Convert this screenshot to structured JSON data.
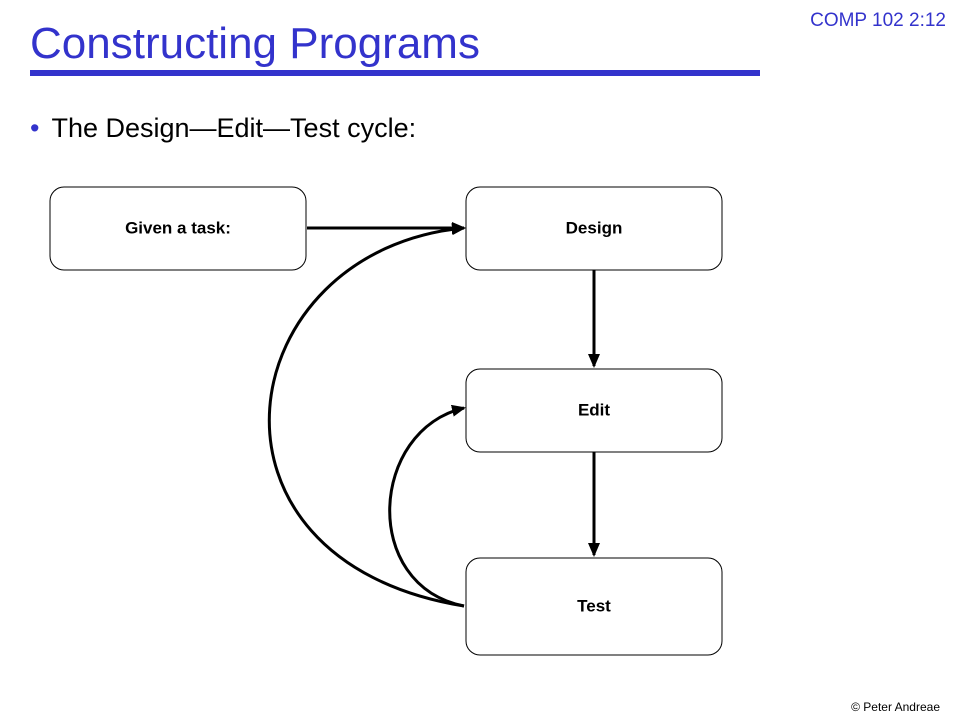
{
  "slide": {
    "title": "Constructing Programs",
    "course_code": "COMP 102 2:12",
    "bullet": "The Design—Edit—Test  cycle:",
    "footer": "© Peter Andreae"
  },
  "diagram": {
    "nodes": [
      {
        "id": "task",
        "label": "Given a task:"
      },
      {
        "id": "design",
        "label": "Design"
      },
      {
        "id": "edit",
        "label": "Edit"
      },
      {
        "id": "test",
        "label": "Test"
      }
    ],
    "edges": [
      {
        "from": "task",
        "to": "design"
      },
      {
        "from": "design",
        "to": "edit"
      },
      {
        "from": "edit",
        "to": "test"
      },
      {
        "from": "test",
        "to": "design"
      },
      {
        "from": "test",
        "to": "edit"
      }
    ]
  },
  "colors": {
    "accent": "#3333cc",
    "text": "#000000",
    "background": "#ffffff"
  }
}
